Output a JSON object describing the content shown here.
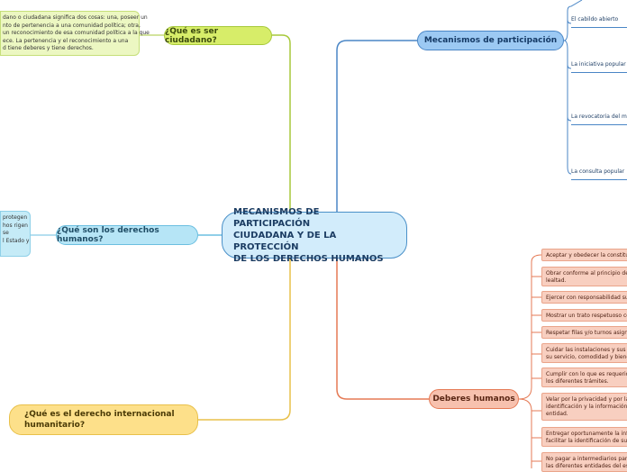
{
  "central": {
    "lines": [
      "MECANISMOS DE PARTICIPACIÓN",
      "CIUDADANA Y DE LA PROTECCIÓN",
      "DE LOS DERECHOS HUMANOS"
    ]
  },
  "branches": {
    "ciudadano": "¿Qué es ser ciudadano?",
    "mecanismos": "Mecanismos de participación",
    "derechos": "¿Qué son los derechos humanos?",
    "deberes": "Deberes humanos",
    "dih": [
      "¿Qué es el derecho internacional",
      "humanitario?"
    ]
  },
  "ciudadano_note": {
    "lines": [
      "dano o ciudadana significa dos cosas: una, poseer un",
      "nto de pertenencia a una comunidad política; otra,",
      "un reconocimiento de esa comunidad política a la que",
      "ece. La pertenencia y el reconocimiento a una",
      "d tiene deberes y tiene derechos."
    ]
  },
  "derechos_note": {
    "lines": [
      "protegen",
      "hos rigen",
      "se",
      "l Estado y"
    ]
  },
  "mecanismos_items": [
    "El cabildo abierto",
    "La iniciativa popular",
    "La revocatoria del mandato",
    "La consulta popular"
  ],
  "deberes_items": [
    [
      "Aceptar y obedecer la constitución"
    ],
    [
      "Obrar conforme al principio de buena fe",
      "lealtad."
    ],
    [
      "Ejercer con responsabilidad sus derechos"
    ],
    [
      "Mostrar un trato respetuoso con los demás"
    ],
    [
      "Respetar filas y/o turnos asignados"
    ],
    [
      "Cuidar las instalaciones y sus elementos",
      "su servicio, comodidad y bienestar."
    ],
    [
      "Cumplir con lo que es requerido para",
      "los diferentes trámites."
    ],
    [
      "Velar por la privacidad y por la seguridad de",
      "identificación y la información confidencial",
      "entidad."
    ],
    [
      "Entregar oportunamente la información",
      "facilitar la identificación de su trámite."
    ],
    [
      "No pagar a intermediarios para",
      "las diferentes entidades del estado."
    ]
  ],
  "colors": {
    "green": "#a7c93b",
    "blue": "#4a86c6",
    "cyan": "#6bbfe0",
    "red": "#e57a55",
    "yellow": "#e8c04a"
  }
}
